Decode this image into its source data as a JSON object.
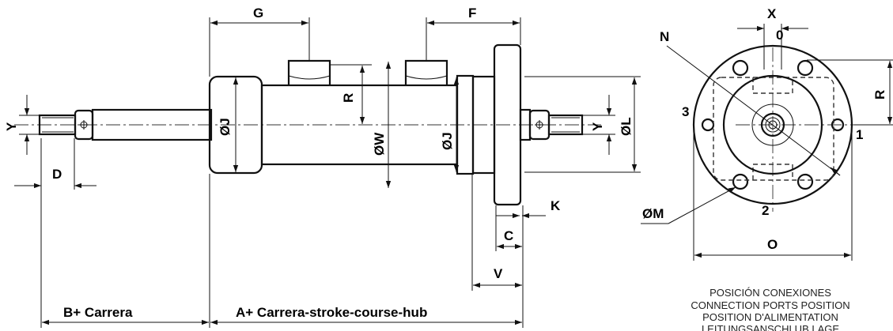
{
  "side_view": {
    "labels": {
      "G": "G",
      "F": "F",
      "R": "R",
      "Y_left": "Y",
      "OJ_left": "ØJ",
      "OW": "ØW",
      "OJ_right": "ØJ",
      "Y_right": "Y",
      "OL": "ØL",
      "D": "D",
      "K": "K",
      "C": "C",
      "V": "V"
    },
    "bottom_dims": {
      "b_plus": "B+ Carrera",
      "a_plus": "A+ Carrera-stroke-course-hub"
    }
  },
  "end_view": {
    "labels": {
      "X": "X",
      "zero": "0",
      "N": "N",
      "R": "R",
      "three": "3",
      "one": "1",
      "two": "2",
      "OM": "ØM",
      "O": "O"
    },
    "caption": [
      "POSICIÓN CONEXIONES",
      "CONNECTION PORTS POSITION",
      "POSITION D'ALIMENTATION",
      "LEITUNGSANSCHLUB LAGE"
    ]
  },
  "colors": {
    "line": "#111111",
    "background": "#ffffff"
  }
}
